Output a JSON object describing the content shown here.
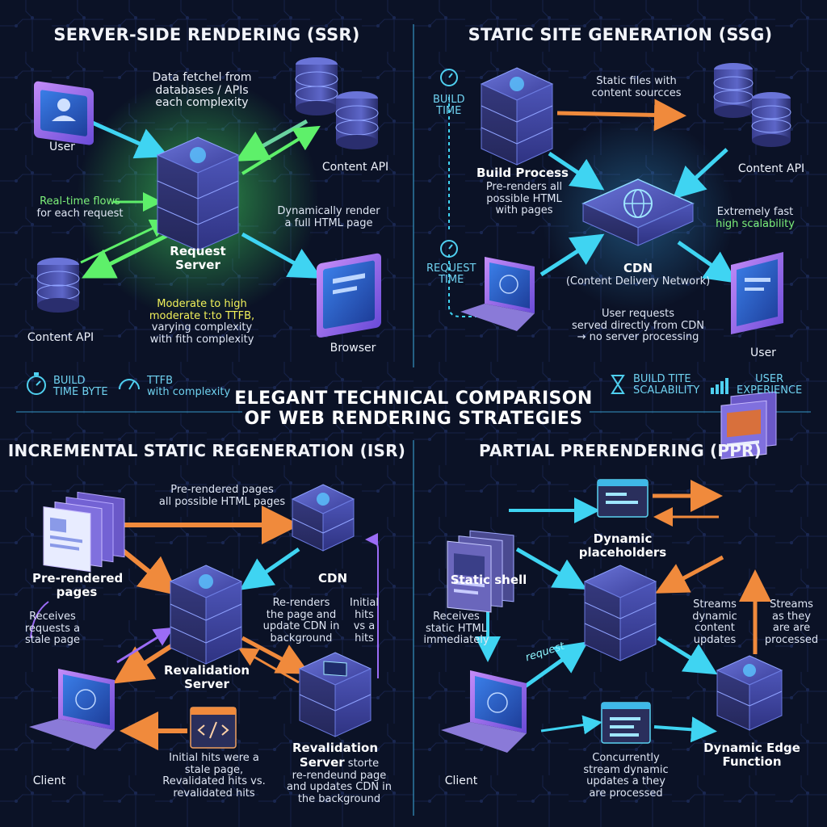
{
  "colors": {
    "bg": "#0b1226",
    "cyan": "#38d2f0",
    "green": "#5ef06a",
    "orange": "#f08a3c",
    "purple": "#8a5cf0",
    "server": "#3a3f88"
  },
  "title": {
    "line1": "ELEGANT TECHNICAL COMPARISON",
    "line2": "OF WEB RENDERING STRATEGIES"
  },
  "ssr": {
    "heading": "SERVER-SIDE RENDERING (SSR)",
    "user": "User",
    "data_fetch": [
      "Data fetchel from",
      "databases / APIs",
      "each complexity"
    ],
    "content_api_right": "Content API",
    "realtime": [
      "Real-time flows",
      "for each request"
    ],
    "dynamic": [
      "Dynamically render",
      "a full HTML page"
    ],
    "request_server": [
      "Request",
      "Server"
    ],
    "content_api_left": "Content API",
    "moderate": [
      "Moderate to high",
      "moderate t:to TTFB,",
      "varying complexity",
      "with fith complexity"
    ],
    "browser": "Browser",
    "footer_build": [
      "BUILD",
      "TIME BYTE"
    ],
    "footer_ttfb": [
      "TTFB",
      "with complexity"
    ]
  },
  "ssg": {
    "heading": "STATIC SITE GENERATION (SSG)",
    "build_time": [
      "BUILD",
      "TIME"
    ],
    "static_files": [
      "Static files with",
      "content sourcces"
    ],
    "content_api": "Content API",
    "build_process": "Build Process",
    "prerenders": [
      "Pre-renders all",
      "possible HTML",
      "with pages"
    ],
    "fast": [
      "Extremely fast",
      "high scalability"
    ],
    "request_time": [
      "REQUEST",
      "TIME"
    ],
    "cdn": "CDN",
    "cdn_full": "(Content Delivery Network)",
    "user_requests": [
      "User requests",
      "served directly from CDN",
      "→ no server processing"
    ],
    "user": "User",
    "footer_build": [
      "BUILD TITE",
      "SCALABILITY"
    ],
    "footer_ux": [
      "USER",
      "EXPERIENCE"
    ]
  },
  "isr": {
    "heading": "INCREMENTAL STATIC REGENERATION (ISR)",
    "prerendered_top": [
      "Pre-rendered pages",
      "all possible HTML pages"
    ],
    "prerendered_pages": [
      "Pre-rendered",
      "pages"
    ],
    "cdn": "CDN",
    "receives": [
      "Receives",
      "requests a",
      "stale page"
    ],
    "rerenders": [
      "Re-renders",
      "the page and",
      "update CDN in",
      "background"
    ],
    "initial_hits": [
      "Initial",
      "hits",
      "vs a",
      "hits"
    ],
    "revalidation_server": [
      "Revalidation",
      "Server"
    ],
    "client": "Client",
    "initial_stale": [
      "Initial hits were a",
      "stale page,",
      "Revalidated hits vs.",
      "revalidated hits"
    ],
    "revalidation_server2": [
      "Revalidation",
      "Server"
    ],
    "revalidation_desc": [
      "storte",
      "re-rendeund page",
      "and updates CDN in",
      "the background"
    ]
  },
  "ppr": {
    "heading": "PARTIAL PRERENDERING (PPR)",
    "dynamic_placeholders": [
      "Dynamic",
      "placeholders"
    ],
    "static_shell": "Static shell",
    "receives": [
      "Receives",
      "static HTML",
      "immediately"
    ],
    "streams_dynamic": [
      "Streams",
      "dynamic",
      "content",
      "updates"
    ],
    "streams_as": [
      "Streams",
      "as they",
      "are are",
      "processed"
    ],
    "request": "request",
    "client": "Client",
    "concurrently": [
      "Concurrently",
      "stream dynamic",
      "updates a they",
      "are processed"
    ],
    "edge": [
      "Dynamic Edge",
      "Function"
    ]
  }
}
